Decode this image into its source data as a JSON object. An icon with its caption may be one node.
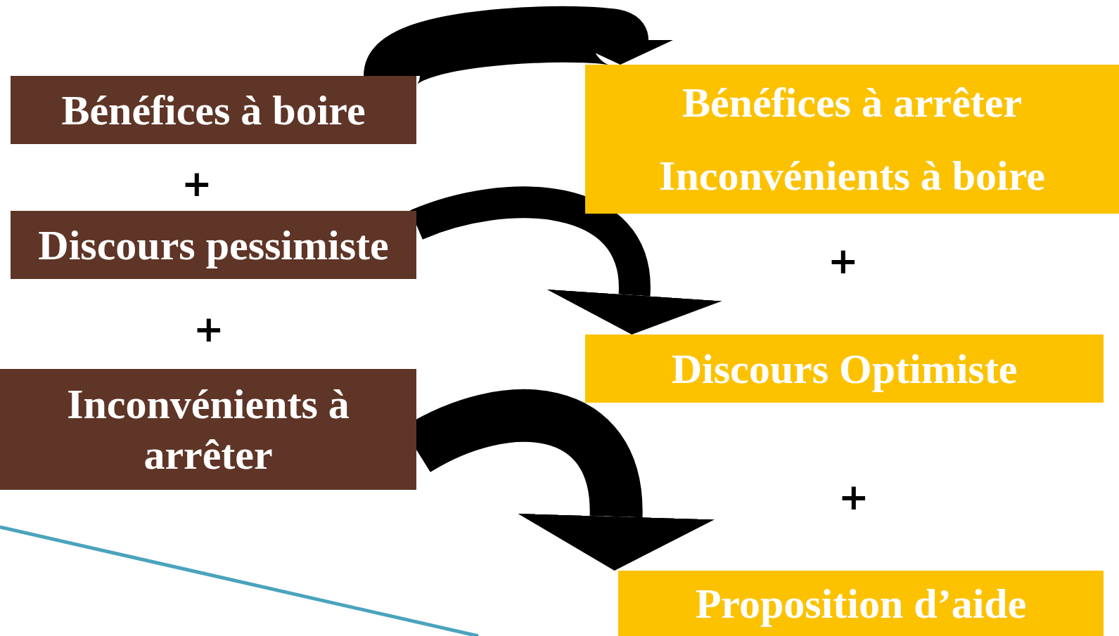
{
  "diagram": {
    "nodes": [
      {
        "text": [
          "Bénéfices à boire"
        ]
      },
      {
        "text": [
          "Bénéfices à arrêter",
          "Inconvénients à boire"
        ]
      },
      {
        "text": [
          "Discours pessimiste"
        ]
      },
      {
        "text": [
          "Discours Optimiste"
        ]
      },
      {
        "text": [
          "Inconvénients à arrêter"
        ]
      },
      {
        "text": [
          "Proposition d’aide"
        ]
      }
    ],
    "edges": [
      {
        "from": 0,
        "to": 1,
        "arrow": "to"
      },
      {
        "from": 2,
        "to": 3,
        "arrow": "to"
      },
      {
        "from": 4,
        "to": 5,
        "arrow": "to"
      }
    ],
    "labels": [
      "+",
      "+",
      "+",
      "+"
    ]
  }
}
